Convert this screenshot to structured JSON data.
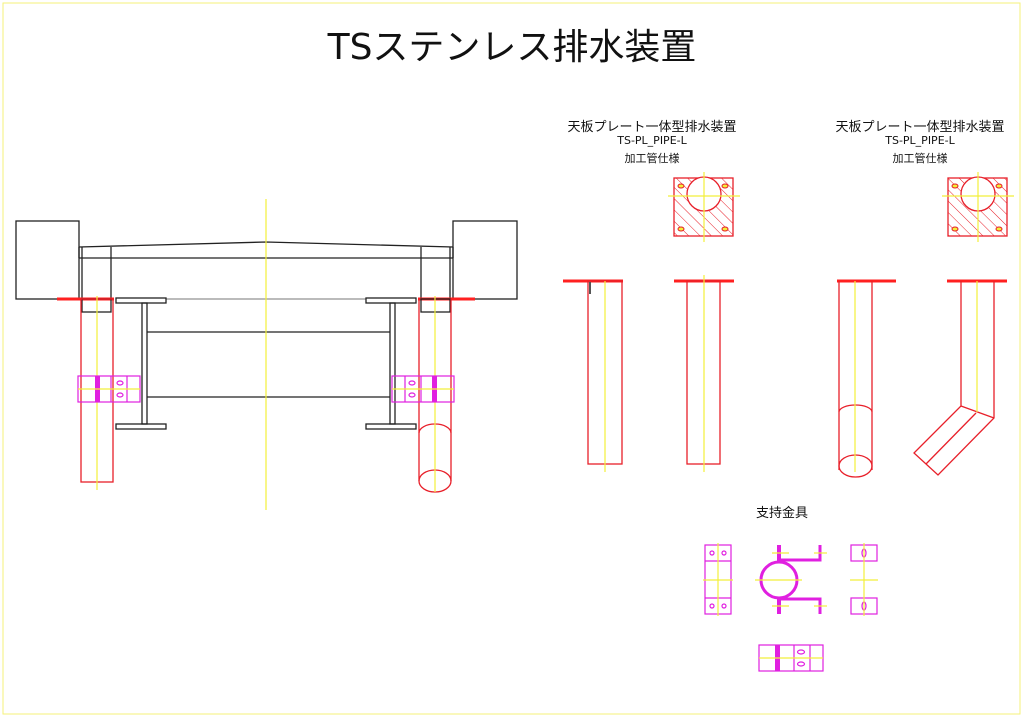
{
  "title": "TSステンレス排水装置",
  "variants": [
    {
      "name": "天板プレート一体型排水装置",
      "code": "TS-PL_PIPE-L",
      "spec": "加工管仕様"
    },
    {
      "name": "天板プレート一体型排水装置",
      "code": "TS-PL_PIPE-L",
      "spec": "加工管仕様"
    }
  ],
  "support_label": "支持金具",
  "colors": {
    "outline": "#222222",
    "pipe": "#e8202a",
    "center": "#f2ef3a",
    "bracket": "#e020e0",
    "frame": "#f5f27a"
  }
}
